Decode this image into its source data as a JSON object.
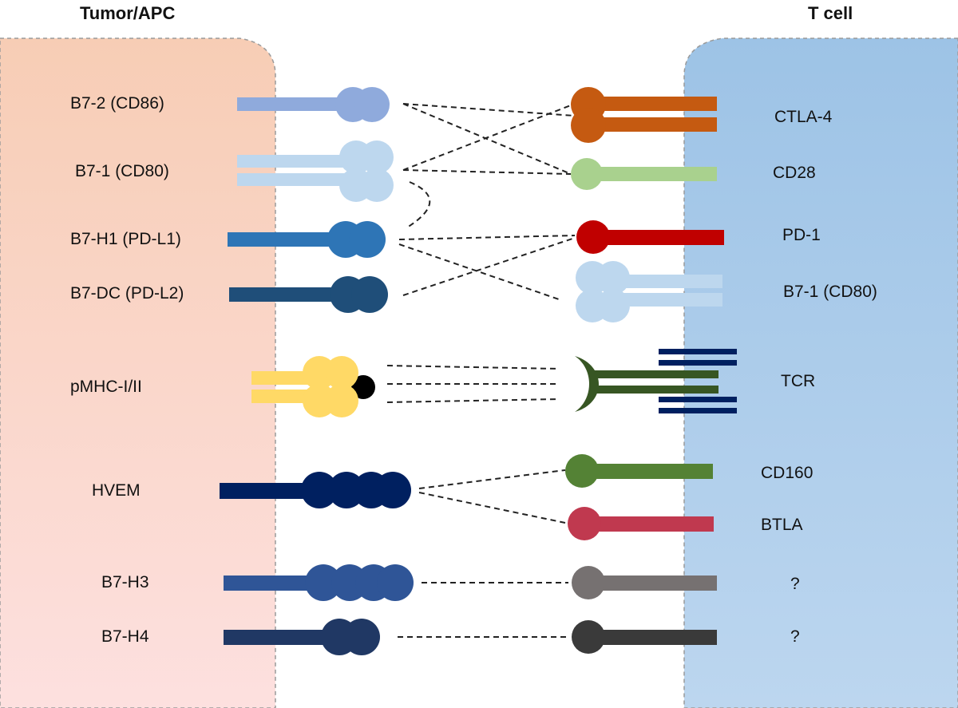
{
  "headers": {
    "left": "Tumor/APC",
    "right": "T cell"
  },
  "colors": {
    "apc_membrane": "#f9d2c2",
    "tcell_membrane": "#a7c6e8",
    "b7_2": "#8faadc",
    "b7_1": "#bdd7ee",
    "pd_l1": "#2e75b6",
    "pd_l2": "#1f4e79",
    "pmhc": "#ffd966",
    "peptide": "#000000",
    "hvem": "#002060",
    "b7_h3": "#2f5597",
    "b7_h4": "#203864",
    "ctla4": "#c55a11",
    "cd28": "#a9d18e",
    "pd1": "#c00000",
    "tcr_alpha_beta": "#375623",
    "cd3": "#002060",
    "cd160": "#548235",
    "btla": "#c0394f",
    "unknown_receptor_h3": "#767171",
    "unknown_receptor_h4": "#3a3a3a"
  },
  "ligands": [
    {
      "id": "b7-2",
      "label": "B7-2 (CD86)"
    },
    {
      "id": "b7-1",
      "label": "B7-1 (CD80)"
    },
    {
      "id": "pd-l1",
      "label": "B7-H1 (PD-L1)"
    },
    {
      "id": "pd-l2",
      "label": "B7-DC (PD-L2)"
    },
    {
      "id": "pmhc",
      "label": "pMHC-I/II"
    },
    {
      "id": "hvem",
      "label": "HVEM"
    },
    {
      "id": "b7-h3",
      "label": "B7-H3"
    },
    {
      "id": "b7-h4",
      "label": "B7-H4"
    }
  ],
  "receptors": [
    {
      "id": "ctla-4",
      "label": "CTLA-4"
    },
    {
      "id": "cd28",
      "label": "CD28"
    },
    {
      "id": "pd-1",
      "label": "PD-1"
    },
    {
      "id": "b7-1-t",
      "label": "B7-1 (CD80)"
    },
    {
      "id": "tcr",
      "label": "TCR"
    },
    {
      "id": "cd160",
      "label": "CD160"
    },
    {
      "id": "btla",
      "label": "BTLA"
    },
    {
      "id": "unknown-h3",
      "label": "?"
    },
    {
      "id": "unknown-h4",
      "label": "?"
    }
  ],
  "interactions": [
    {
      "from": "b7-2",
      "to": "ctla-4"
    },
    {
      "from": "b7-2",
      "to": "cd28"
    },
    {
      "from": "b7-1",
      "to": "ctla-4"
    },
    {
      "from": "b7-1",
      "to": "cd28"
    },
    {
      "from": "b7-1",
      "to": "pd-l1"
    },
    {
      "from": "pd-l1",
      "to": "pd-1"
    },
    {
      "from": "pd-l1",
      "to": "b7-1-t"
    },
    {
      "from": "pd-l2",
      "to": "pd-1"
    },
    {
      "from": "pmhc",
      "to": "tcr"
    },
    {
      "from": "hvem",
      "to": "cd160"
    },
    {
      "from": "hvem",
      "to": "btla"
    },
    {
      "from": "b7-h3",
      "to": "unknown-h3"
    },
    {
      "from": "b7-h4",
      "to": "unknown-h4"
    }
  ]
}
